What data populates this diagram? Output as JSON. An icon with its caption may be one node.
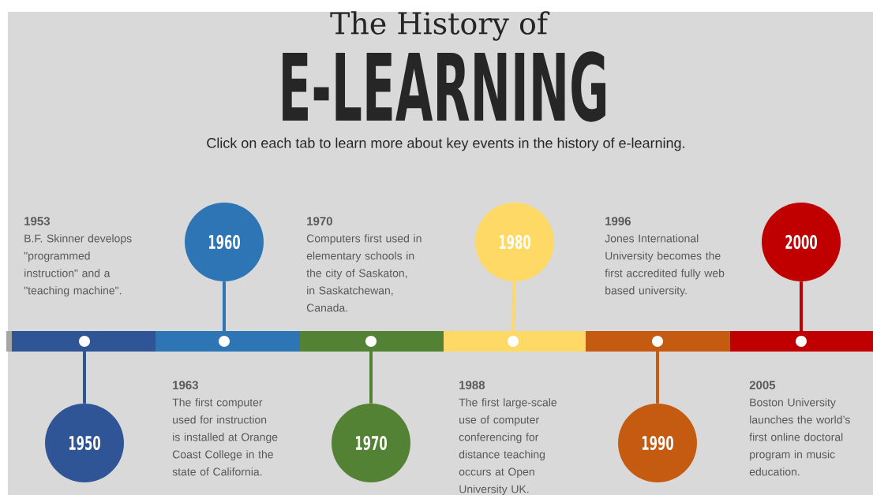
{
  "diagram": {
    "title": "E-LEARNING",
    "nodes": [
      {
        "text": [
          "1950"
        ]
      },
      {
        "text": [
          "1960"
        ]
      },
      {
        "text": [
          "1970"
        ]
      },
      {
        "text": [
          "1980"
        ]
      },
      {
        "text": [
          "1990"
        ]
      },
      {
        "text": [
          "2000"
        ]
      },
      {
        "text": [],
        "shape": "circle"
      },
      {
        "text": [],
        "shape": "circle"
      },
      {
        "text": [],
        "shape": "circle"
      },
      {
        "text": [],
        "shape": "circle"
      },
      {
        "text": [],
        "shape": "circle"
      },
      {
        "text": [],
        "shape": "circle"
      }
    ],
    "edges": [
      {
        "from": 0,
        "to": 6,
        "arrow": "none",
        "color": "#2f5597"
      },
      {
        "from": 1,
        "to": 7,
        "arrow": "none",
        "color": "#2e75b6"
      },
      {
        "from": 2,
        "to": 8,
        "arrow": "none",
        "color": "#548235"
      },
      {
        "from": 3,
        "to": 9,
        "arrow": "none",
        "color": "#ffd966"
      },
      {
        "from": 4,
        "to": 10,
        "arrow": "none",
        "color": "#c55a11"
      },
      {
        "from": 5,
        "to": 11,
        "arrow": "none",
        "color": "#c00000"
      }
    ],
    "labels": [
      "The History of",
      "Click on each tab to learn more about key events in the history of e-learning.",
      "1953",
      "B.F. Skinner develops \"programmed instruction\" and a \"teaching machine\".",
      "1970",
      "Computers first used in elementary schools in the city of Saskaton, in Saskatchewan, Canada.",
      "1996",
      "Jones International University becomes the first accredited fully web based university.",
      "1963",
      "The first computer used for instruction is installed at Orange Coast College in the state of California.",
      "1988",
      "The first large-scale use of computer conferencing for distance teaching occurs at Open University UK.",
      "2005",
      "Boston University launches the world’s first online doctoral program in music education."
    ]
  }
}
